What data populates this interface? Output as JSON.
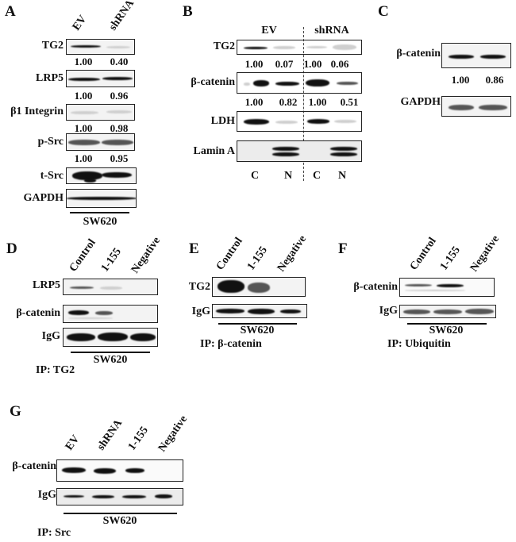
{
  "panels": {
    "A": {
      "letter": "A",
      "lanes": [
        "EV",
        "shRNA"
      ],
      "rows": [
        {
          "label": "TG2",
          "values": [
            "1.00",
            "0.40"
          ]
        },
        {
          "label": "LRP5",
          "values": [
            "1.00",
            "0.96"
          ]
        },
        {
          "label": "β1 Integrin",
          "values": [
            "1.00",
            "0.98"
          ]
        },
        {
          "label": "p-Src",
          "values": [
            "1.00",
            "0.95"
          ]
        },
        {
          "label": "t-Src"
        },
        {
          "label": "GAPDH"
        }
      ],
      "cell_line": "SW620"
    },
    "B": {
      "letter": "B",
      "groups": [
        "EV",
        "shRNA"
      ],
      "rows": [
        {
          "label": "TG2",
          "values": [
            "1.00",
            "0.07",
            "1.00",
            "0.06"
          ]
        },
        {
          "label": "β-catenin",
          "values": [
            "1.00",
            "0.82",
            "1.00",
            "0.51"
          ]
        },
        {
          "label": "LDH"
        },
        {
          "label": "Lamin A"
        }
      ],
      "fractions": [
        "C",
        "N",
        "C",
        "N"
      ]
    },
    "C": {
      "letter": "C",
      "rows": [
        {
          "label": "β-catenin",
          "values": [
            "1.00",
            "0.86"
          ]
        },
        {
          "label": "GAPDH"
        }
      ]
    },
    "D": {
      "letter": "D",
      "lanes": [
        "Control",
        "1-155",
        "Negative"
      ],
      "rows": [
        {
          "label": "LRP5"
        },
        {
          "label": "β-catenin"
        },
        {
          "label": "IgG"
        }
      ],
      "cell_line": "SW620",
      "ip": "IP: TG2"
    },
    "E": {
      "letter": "E",
      "lanes": [
        "Control",
        "1-155",
        "Negative"
      ],
      "rows": [
        {
          "label": "TG2"
        },
        {
          "label": "IgG"
        }
      ],
      "cell_line": "SW620",
      "ip": "IP: β-catenin"
    },
    "F": {
      "letter": "F",
      "lanes": [
        "Control",
        "1-155",
        "Negative"
      ],
      "rows": [
        {
          "label": "β-catenin"
        },
        {
          "label": "IgG"
        }
      ],
      "cell_line": "SW620",
      "ip": "IP: Ubiquitin"
    },
    "G": {
      "letter": "G",
      "lanes": [
        "EV",
        "shRNA",
        "1-155",
        "Negative"
      ],
      "rows": [
        {
          "label": "β-catenin"
        },
        {
          "label": "IgG"
        }
      ],
      "cell_line": "SW620",
      "ip": "IP: Src"
    }
  }
}
